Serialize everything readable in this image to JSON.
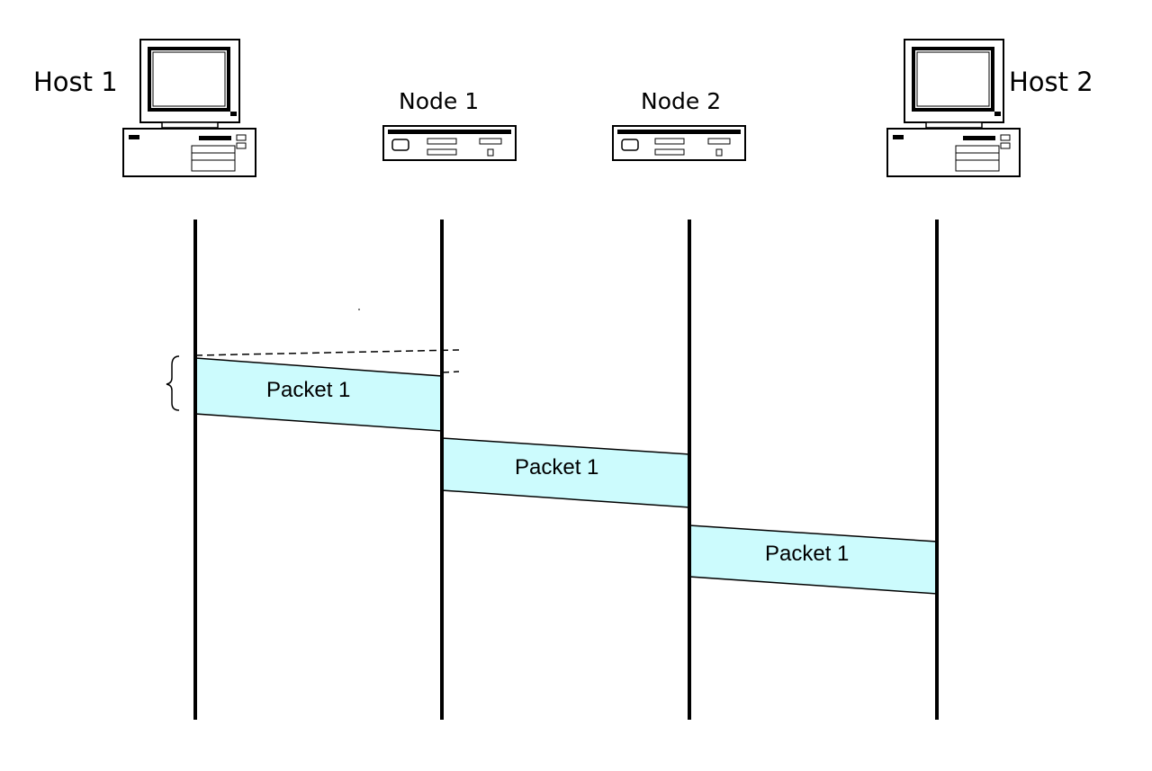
{
  "devices": [
    {
      "id": "host1",
      "label": "Host 1",
      "kind": "computer"
    },
    {
      "id": "node1",
      "label": "Node 1",
      "kind": "router"
    },
    {
      "id": "node2",
      "label": "Node 2",
      "kind": "router"
    },
    {
      "id": "host2",
      "label": "Host 2",
      "kind": "computer"
    }
  ],
  "packets": [
    {
      "label": "Packet 1",
      "from": "host1",
      "to": "node1"
    },
    {
      "label": "Packet 1",
      "from": "node1",
      "to": "node2"
    },
    {
      "label": "Packet 1",
      "from": "node2",
      "to": "host2"
    }
  ],
  "colors": {
    "packet_fill": "#ccfbfd",
    "line": "#000000"
  },
  "icons": {
    "computer": "desktop-computer-icon",
    "router": "network-node-icon"
  }
}
